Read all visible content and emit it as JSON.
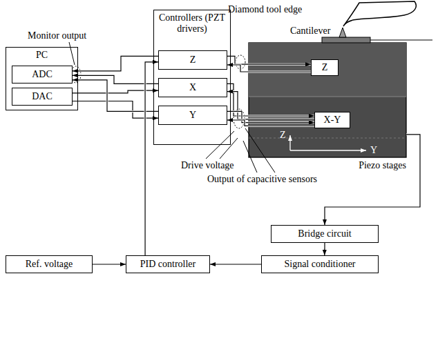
{
  "diagram": {
    "nodes": [
      {
        "text": [
          "PC"
        ]
      },
      {
        "text": [
          "ADC"
        ],
        "in": 0
      },
      {
        "text": [
          "DAC"
        ],
        "in": 0
      },
      {
        "text": [
          "Controllers (PZT drivers)"
        ]
      },
      {
        "text": [
          "Z"
        ],
        "in": 3
      },
      {
        "text": [
          "X"
        ],
        "in": 3
      },
      {
        "text": [
          "Y"
        ],
        "in": 3
      },
      {
        "text": [
          "Piezo stages"
        ]
      },
      {
        "text": [
          "Z"
        ],
        "in": 7
      },
      {
        "text": [
          "X-Y"
        ],
        "in": 7
      },
      {
        "text": [
          "Bridge circuit"
        ]
      },
      {
        "text": [
          "Signal conditioner"
        ]
      },
      {
        "text": [
          "Ref. voltage"
        ]
      },
      {
        "text": [
          "PID controller"
        ]
      }
    ],
    "edges": [
      {
        "from": 2,
        "to": 5,
        "arrow": "to"
      },
      {
        "from": 2,
        "to": 6,
        "arrow": "to"
      },
      {
        "from": 4,
        "to": 1,
        "arrow": "to"
      },
      {
        "from": 5,
        "to": 1,
        "arrow": "to"
      },
      {
        "from": 6,
        "to": 1,
        "arrow": "to"
      },
      {
        "from": 4,
        "to": 8,
        "arrow": "to"
      },
      {
        "from": 8,
        "to": 4,
        "arrow": "to"
      },
      {
        "from": 5,
        "to": 9,
        "arrow": "to"
      },
      {
        "from": 9,
        "to": 5,
        "arrow": "to"
      },
      {
        "from": 6,
        "to": 9,
        "arrow": "to"
      },
      {
        "from": 9,
        "to": 6,
        "arrow": "to"
      },
      {
        "from": 7,
        "to": 10,
        "arrow": "to"
      },
      {
        "from": 10,
        "to": 11,
        "arrow": "to"
      },
      {
        "from": 11,
        "to": 13,
        "arrow": "to"
      },
      {
        "from": 12,
        "to": 13,
        "arrow": "to"
      },
      {
        "from": 13,
        "to": 4,
        "arrow": "to"
      }
    ],
    "labels": [
      "Diamond tool edge",
      "Cantilever",
      "Monitor output",
      "Drive voltage",
      "Output of capacitive sensors",
      "Z",
      "Y"
    ]
  }
}
